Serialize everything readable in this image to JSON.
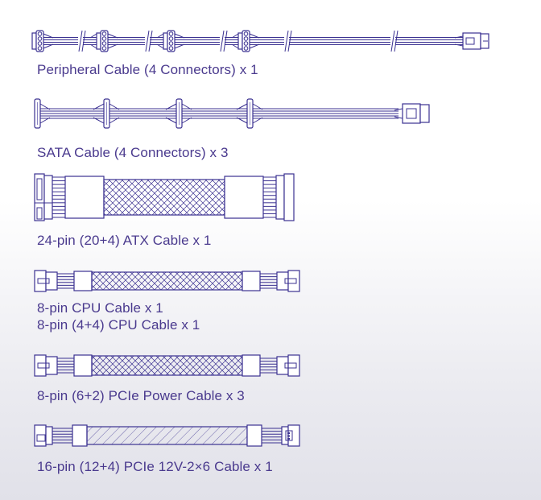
{
  "cables": [
    {
      "id": "peripheral",
      "label": "Peripheral Cable (4 Connectors) x 1",
      "icon": "peripheral-cable-illustration"
    },
    {
      "id": "sata",
      "label": "SATA Cable (4 Connectors) x 3",
      "icon": "sata-cable-illustration"
    },
    {
      "id": "atx24",
      "label": "24-pin (20+4) ATX Cable x 1",
      "icon": "atx-24pin-cable-illustration"
    },
    {
      "id": "cpu8",
      "label": "8-pin CPU Cable x 1",
      "label2": "8-pin (4+4) CPU Cable x 1",
      "icon": "cpu-8pin-cable-illustration"
    },
    {
      "id": "pcie8",
      "label": "8-pin (6+2) PCIe Power  Cable x 3",
      "icon": "pcie-8pin-cable-illustration"
    },
    {
      "id": "pcie16",
      "label": "16-pin (12+4) PCIe 12V-2×6 Cable x 1",
      "icon": "pcie-16pin-cable-illustration"
    }
  ],
  "colors": {
    "line": "#3b3191",
    "text": "#4a3a8e",
    "bg_top": "#ffffff",
    "bg_bottom": "#e1e1e9"
  }
}
